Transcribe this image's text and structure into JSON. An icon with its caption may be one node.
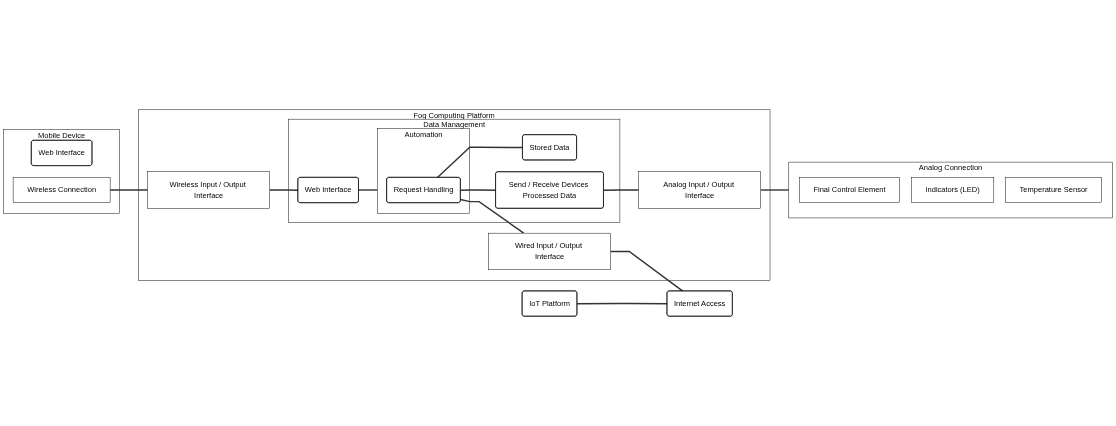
{
  "diagram": {
    "nodes": [
      {
        "text": [
          "Mobile Device"
        ]
      },
      {
        "text": [
          "Web Interface"
        ],
        "in": 0
      },
      {
        "text": [
          "Wireless Connection"
        ],
        "in": 0
      },
      {
        "text": [
          "Fog Computing Platform"
        ]
      },
      {
        "text": [
          "Wireless Input / Output Interface"
        ],
        "in": 3
      },
      {
        "text": [
          "Data Management"
        ],
        "in": 3
      },
      {
        "text": [
          "Web Interface"
        ],
        "in": 5
      },
      {
        "text": [
          "Automation"
        ],
        "in": 5
      },
      {
        "text": [
          "Request Handling"
        ],
        "in": 7
      },
      {
        "text": [
          "Stored Data"
        ],
        "in": 5
      },
      {
        "text": [
          "Send / Receive Devices Processed Data"
        ],
        "in": 5
      },
      {
        "text": [
          "Analog Input / Output Interface"
        ],
        "in": 3
      },
      {
        "text": [
          "Wired Input / Output Interface"
        ],
        "in": 3
      },
      {
        "text": [
          "Analog Connection"
        ]
      },
      {
        "text": [
          "Final Control Element"
        ],
        "in": 13
      },
      {
        "text": [
          "Indicators (LED)"
        ],
        "in": 13
      },
      {
        "text": [
          "Temperature Sensor"
        ],
        "in": 13
      },
      {
        "text": [
          "IoT Platform"
        ]
      },
      {
        "text": [
          "Internet Access"
        ]
      }
    ],
    "edges": [
      {
        "from": 2,
        "to": 4,
        "arrow": "none"
      },
      {
        "from": 4,
        "to": 6,
        "arrow": "none"
      },
      {
        "from": 6,
        "to": 7,
        "arrow": "none"
      },
      {
        "from": 8,
        "to": 9,
        "arrow": "none"
      },
      {
        "from": 8,
        "to": 10,
        "arrow": "none"
      },
      {
        "from": 10,
        "to": 11,
        "arrow": "none"
      },
      {
        "from": 8,
        "to": 12,
        "arrow": "none"
      },
      {
        "from": 11,
        "to": 13,
        "arrow": "none"
      },
      {
        "from": 12,
        "to": 18,
        "arrow": "none"
      },
      {
        "from": 17,
        "to": 18,
        "arrow": "none"
      }
    ]
  }
}
